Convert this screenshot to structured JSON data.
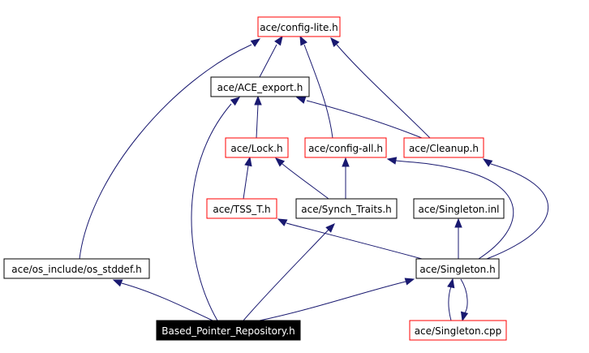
{
  "diagram": {
    "nodes": [
      {
        "id": "config_lite",
        "label": "ace/config-lite.h",
        "style": "red"
      },
      {
        "id": "ace_export",
        "label": "ace/ACE_export.h",
        "style": "black"
      },
      {
        "id": "lock",
        "label": "ace/Lock.h",
        "style": "red"
      },
      {
        "id": "config_all",
        "label": "ace/config-all.h",
        "style": "red"
      },
      {
        "id": "cleanup",
        "label": "ace/Cleanup.h",
        "style": "red"
      },
      {
        "id": "tss_t",
        "label": "ace/TSS_T.h",
        "style": "red"
      },
      {
        "id": "synch_traits",
        "label": "ace/Synch_Traits.h",
        "style": "black"
      },
      {
        "id": "singleton_inl",
        "label": "ace/Singleton.inl",
        "style": "black"
      },
      {
        "id": "os_stddef",
        "label": "ace/os_include/os_stddef.h",
        "style": "black"
      },
      {
        "id": "singleton_h",
        "label": "ace/Singleton.h",
        "style": "black"
      },
      {
        "id": "based_ptr",
        "label": "Based_Pointer_Repository.h",
        "style": "selected"
      },
      {
        "id": "singleton_cpp",
        "label": "ace/Singleton.cpp",
        "style": "red"
      }
    ],
    "edges": [
      {
        "from": "ace_export",
        "to": "config_lite"
      },
      {
        "from": "config_all",
        "to": "config_lite"
      },
      {
        "from": "cleanup",
        "to": "config_lite"
      },
      {
        "from": "os_stddef",
        "to": "config_lite"
      },
      {
        "from": "lock",
        "to": "ace_export"
      },
      {
        "from": "cleanup",
        "to": "ace_export"
      },
      {
        "from": "based_ptr",
        "to": "ace_export"
      },
      {
        "from": "tss_t",
        "to": "lock"
      },
      {
        "from": "synch_traits",
        "to": "lock"
      },
      {
        "from": "synch_traits",
        "to": "config_all"
      },
      {
        "from": "singleton_h",
        "to": "config_all"
      },
      {
        "from": "singleton_h",
        "to": "cleanup"
      },
      {
        "from": "singleton_h",
        "to": "tss_t"
      },
      {
        "from": "singleton_h",
        "to": "singleton_inl"
      },
      {
        "from": "based_ptr",
        "to": "os_stddef"
      },
      {
        "from": "based_ptr",
        "to": "synch_traits"
      },
      {
        "from": "based_ptr",
        "to": "singleton_h"
      },
      {
        "from": "singleton_cpp",
        "to": "singleton_h"
      },
      {
        "from": "singleton_h",
        "to": "singleton_cpp"
      }
    ]
  },
  "colors": {
    "edge": "#191970",
    "red_border": "#ff0000",
    "black_border": "#000000",
    "selected_fill": "#000000",
    "selected_text": "#ffffff"
  }
}
